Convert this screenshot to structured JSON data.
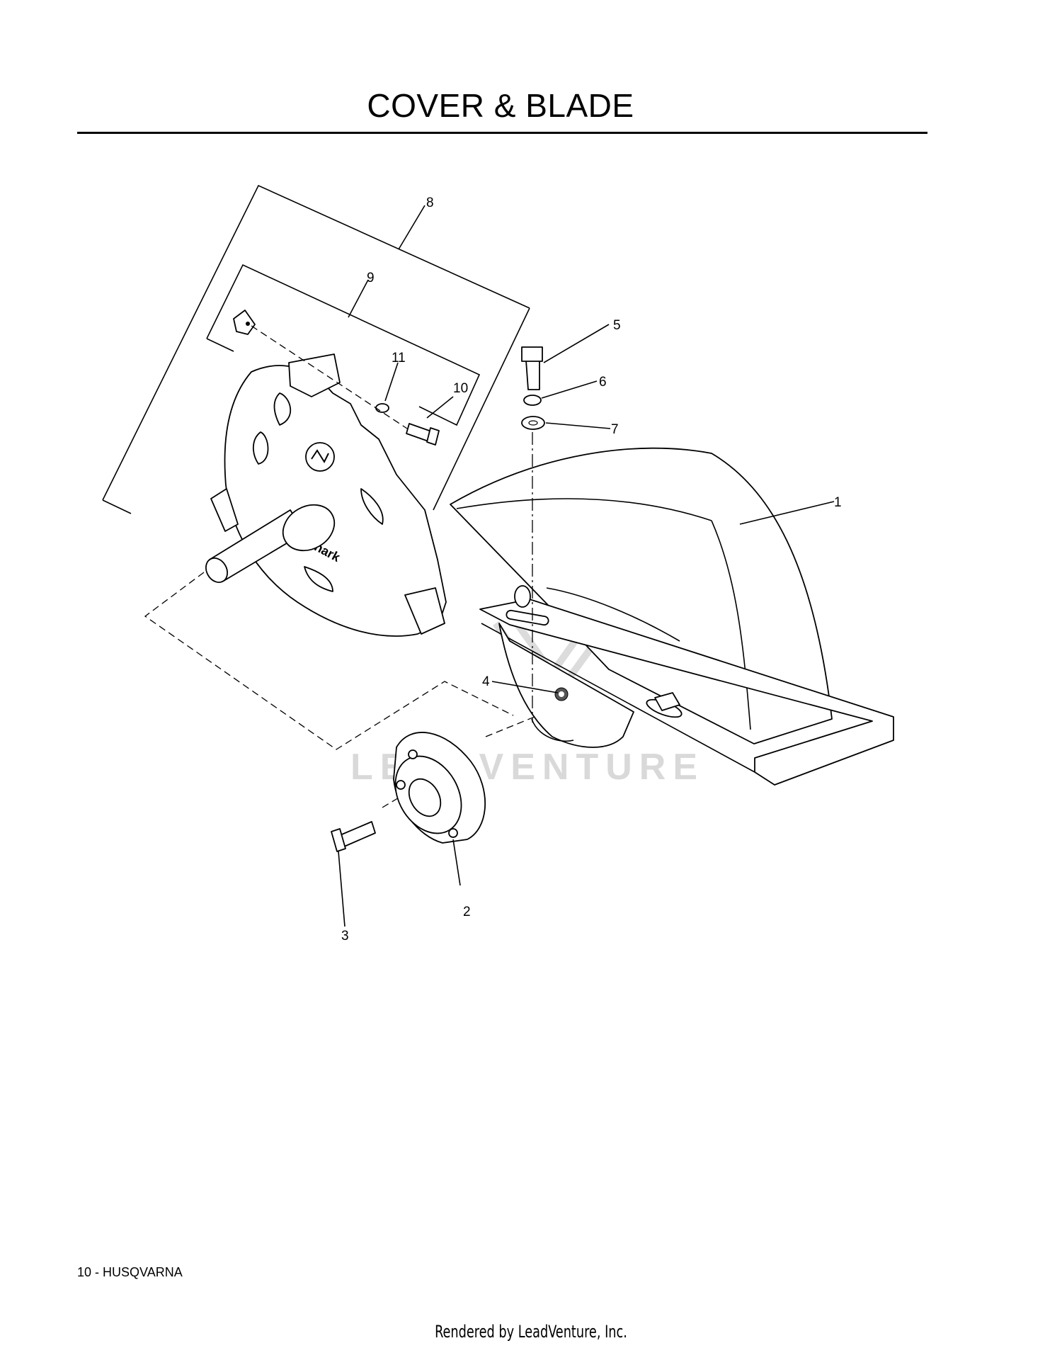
{
  "page": {
    "title": "COVER & BLADE",
    "footer_left": "10 - HUSQVARNA",
    "footer_center": "Rendered by LeadVenture, Inc.",
    "watermark": "LEADVENTURE"
  },
  "diagram": {
    "callouts": [
      {
        "id": "1",
        "label": "1"
      },
      {
        "id": "2",
        "label": "2"
      },
      {
        "id": "3",
        "label": "3"
      },
      {
        "id": "4",
        "label": "4"
      },
      {
        "id": "5",
        "label": "5"
      },
      {
        "id": "6",
        "label": "6"
      },
      {
        "id": "7",
        "label": "7"
      },
      {
        "id": "8",
        "label": "8"
      },
      {
        "id": "9",
        "label": "9"
      },
      {
        "id": "10",
        "label": "10"
      },
      {
        "id": "11",
        "label": "11"
      }
    ],
    "part_markings": {
      "brand_text": "Shark"
    }
  },
  "colors": {
    "ink": "#000000",
    "paper": "#ffffff",
    "watermark": "#d9d9d9"
  }
}
